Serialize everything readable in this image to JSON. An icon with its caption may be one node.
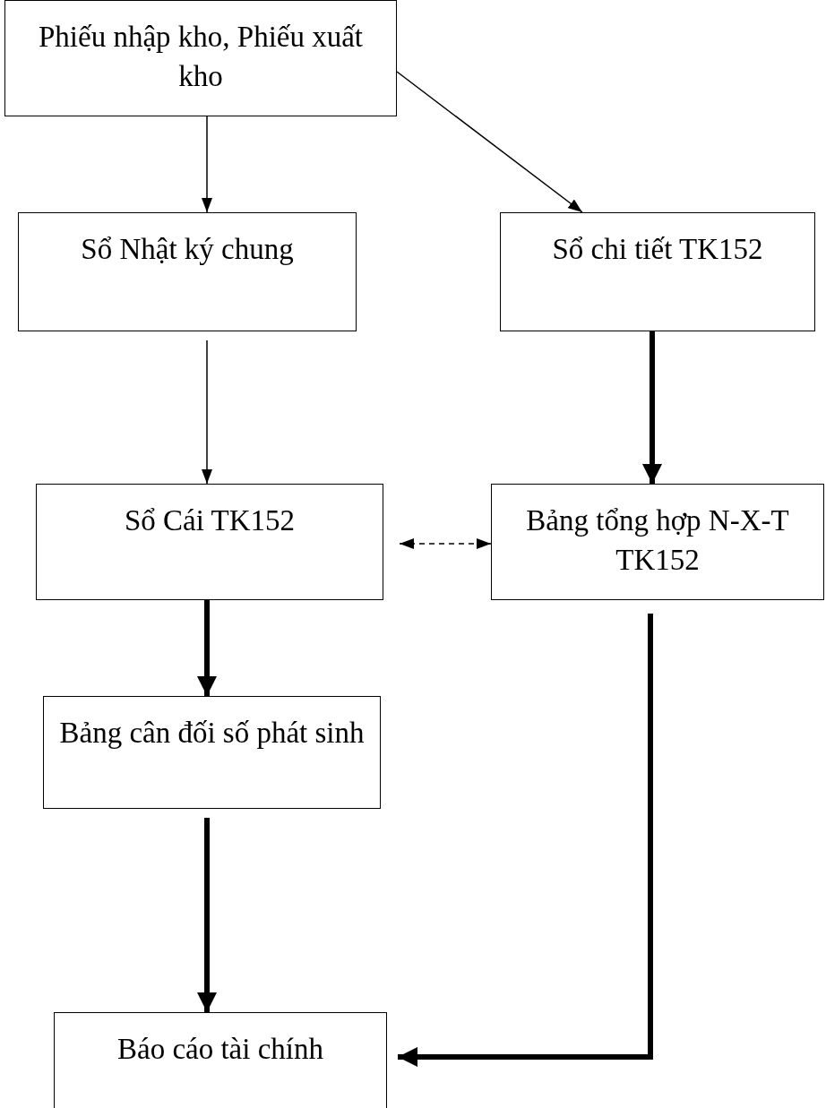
{
  "diagram": {
    "nodes": [
      {
        "text": [
          "Phiếu nhập kho, Phiếu xuất kho"
        ]
      },
      {
        "text": [
          "Sổ Nhật ký chung"
        ]
      },
      {
        "text": [
          "Sổ chi tiết TK152"
        ]
      },
      {
        "text": [
          "Sổ Cái TK152"
        ]
      },
      {
        "text": [
          "Bảng tổng hợp N-X-T TK152"
        ]
      },
      {
        "text": [
          "Bảng cân đối số phát sinh"
        ]
      },
      {
        "text": [
          "Báo cáo tài chính"
        ]
      }
    ],
    "edges": [
      {
        "from": 0,
        "to": 1,
        "arrow": "to"
      },
      {
        "from": 0,
        "to": 2,
        "arrow": "to"
      },
      {
        "from": 1,
        "to": 3,
        "arrow": "to"
      },
      {
        "from": 2,
        "to": 4,
        "arrow": "to",
        "style": "thick"
      },
      {
        "from": 3,
        "to": 4,
        "arrow": "both",
        "style": "dashed"
      },
      {
        "from": 3,
        "to": 5,
        "arrow": "to",
        "style": "thick"
      },
      {
        "from": 5,
        "to": 6,
        "arrow": "to",
        "style": "thick"
      },
      {
        "from": 4,
        "to": 6,
        "arrow": "to",
        "style": "thick"
      }
    ]
  }
}
